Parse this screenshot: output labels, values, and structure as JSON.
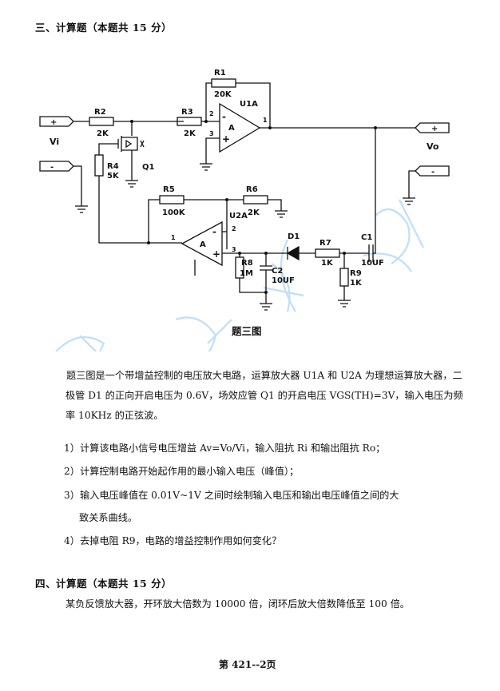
{
  "section3": {
    "title": "三、计算题（本题共 15 分）"
  },
  "circuit": {
    "caption": "题三图",
    "labels": {
      "r1": "R1",
      "r1v": "20K",
      "u1a": "U1A",
      "r2": "R2",
      "r2v": "2K",
      "r3": "R3",
      "r3v": "2K",
      "vi": "Vi",
      "vo": "Vo",
      "r4": "R4",
      "r4v": "5K",
      "q1": "Q1",
      "r5": "R5",
      "r5v": "100K",
      "r6": "R6",
      "r6v": "2K",
      "u2a": "U2A",
      "d1": "D1",
      "r7": "R7",
      "r7v": "1K",
      "c1": "C1",
      "c1v": "10UF",
      "r8": "R8",
      "r8v": "1M",
      "c2": "C2",
      "c2v": "10UF",
      "r9": "R9",
      "r9v": "1K",
      "plus": "+",
      "minus": "-",
      "amp": "A",
      "pin2a": "2",
      "pin3a": "3",
      "pin1a": "1",
      "pin2b": "2",
      "pin3b": "3",
      "pin1b": "1"
    }
  },
  "problem3": {
    "intro": "题三图是一个带增益控制的电压放大电路，运算放大器 U1A 和 U2A 为理想运算放大器，二极管 D1 的正向开启电压为 0.6V，场效应管 Q1 的开启电压 VGS(TH)=3V，输入电压为频率 10KHz 的正弦波。",
    "q1": "1）计算该电路小信号电压增益 Av=Vo/Vi，输入阻抗 Ri 和输出阻抗 Ro；",
    "q2": "2）计算控制电路开始起作用的最小输入电压（峰值）；",
    "q3a": "3）输入电压峰值在 0.01V~1V 之间时绘制输入电压和输出电压峰值之间的大",
    "q3b": "致关系曲线。",
    "q4": "4）去掉电阻 R9，电路的增益控制作用如何变化？"
  },
  "section4": {
    "title": "四、计算题（本题共 15 分）"
  },
  "problem4": {
    "text": "某负反馈放大器，开环放大倍数为 10000 倍，闭环后放大倍数降低至 100 倍。"
  },
  "footer": {
    "page": "第 421--2页"
  }
}
